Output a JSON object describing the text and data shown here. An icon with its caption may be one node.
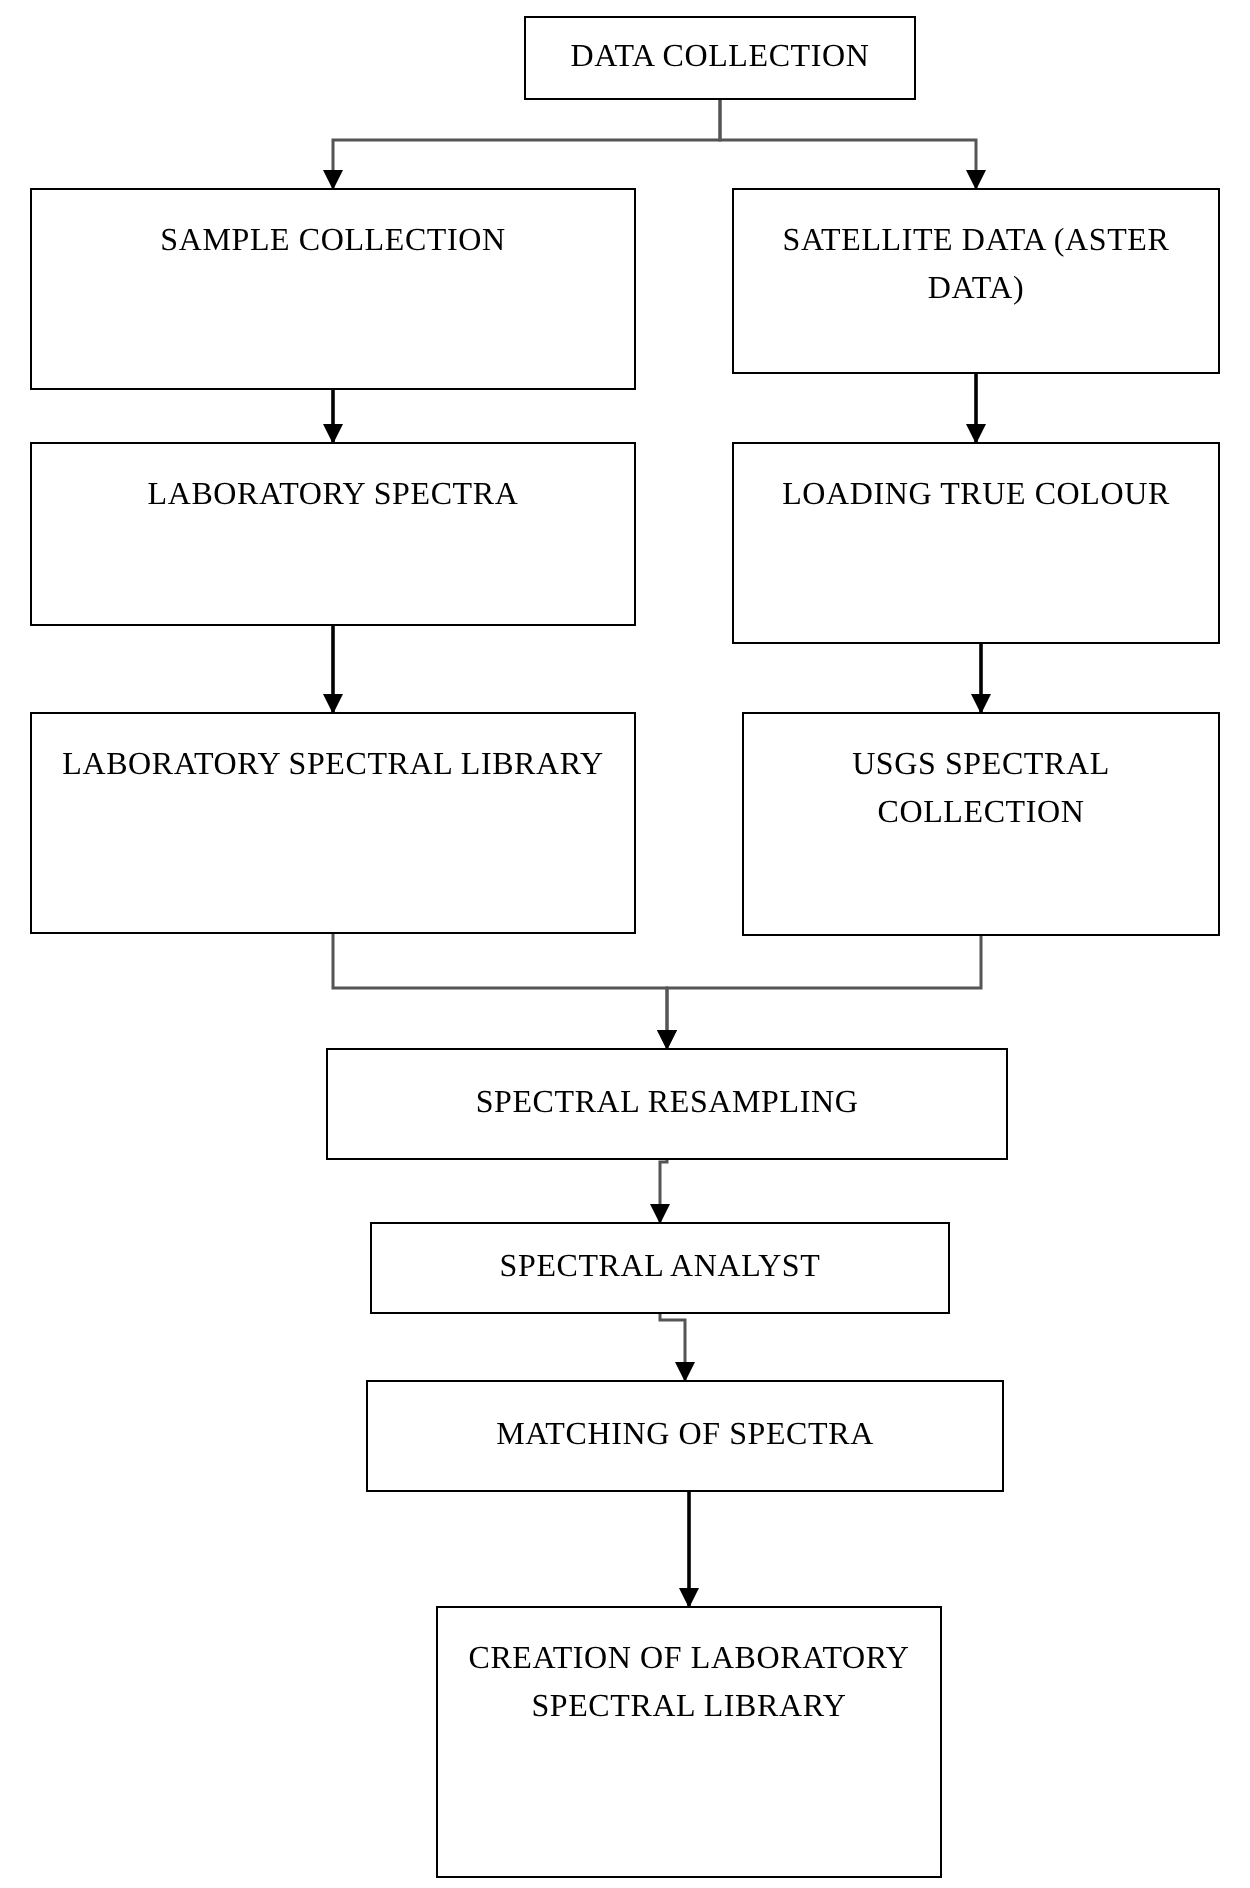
{
  "diagram": {
    "nodes": [
      {
        "text": [
          "DATA COLLECTION"
        ]
      },
      {
        "text": [
          "SAMPLE COLLECTION"
        ]
      },
      {
        "text": [
          "SATELLITE DATA (ASTER DATA)"
        ]
      },
      {
        "text": [
          "LABORATORY SPECTRA"
        ]
      },
      {
        "text": [
          "LOADING TRUE COLOUR"
        ]
      },
      {
        "text": [
          "LABORATORY SPECTRAL LIBRARY"
        ]
      },
      {
        "text": [
          "USGS SPECTRAL COLLECTION"
        ]
      },
      {
        "text": [
          "SPECTRAL RESAMPLING"
        ]
      },
      {
        "text": [
          "SPECTRAL ANALYST"
        ]
      },
      {
        "text": [
          "MATCHING OF SPECTRA"
        ]
      },
      {
        "text": [
          "CREATION OF LABORATORY SPECTRAL LIBRARY"
        ]
      }
    ],
    "edges": [
      {
        "from": 0,
        "to": 1,
        "arrow": "to"
      },
      {
        "from": 0,
        "to": 2,
        "arrow": "to"
      },
      {
        "from": 1,
        "to": 3,
        "arrow": "to"
      },
      {
        "from": 2,
        "to": 4,
        "arrow": "to"
      },
      {
        "from": 3,
        "to": 5,
        "arrow": "to"
      },
      {
        "from": 4,
        "to": 6,
        "arrow": "to"
      },
      {
        "from": 5,
        "to": 7,
        "arrow": "to"
      },
      {
        "from": 6,
        "to": 7,
        "arrow": "to"
      },
      {
        "from": 7,
        "to": 8,
        "arrow": "to"
      },
      {
        "from": 8,
        "to": 9,
        "arrow": "to"
      },
      {
        "from": 9,
        "to": 10,
        "arrow": "to"
      }
    ]
  }
}
